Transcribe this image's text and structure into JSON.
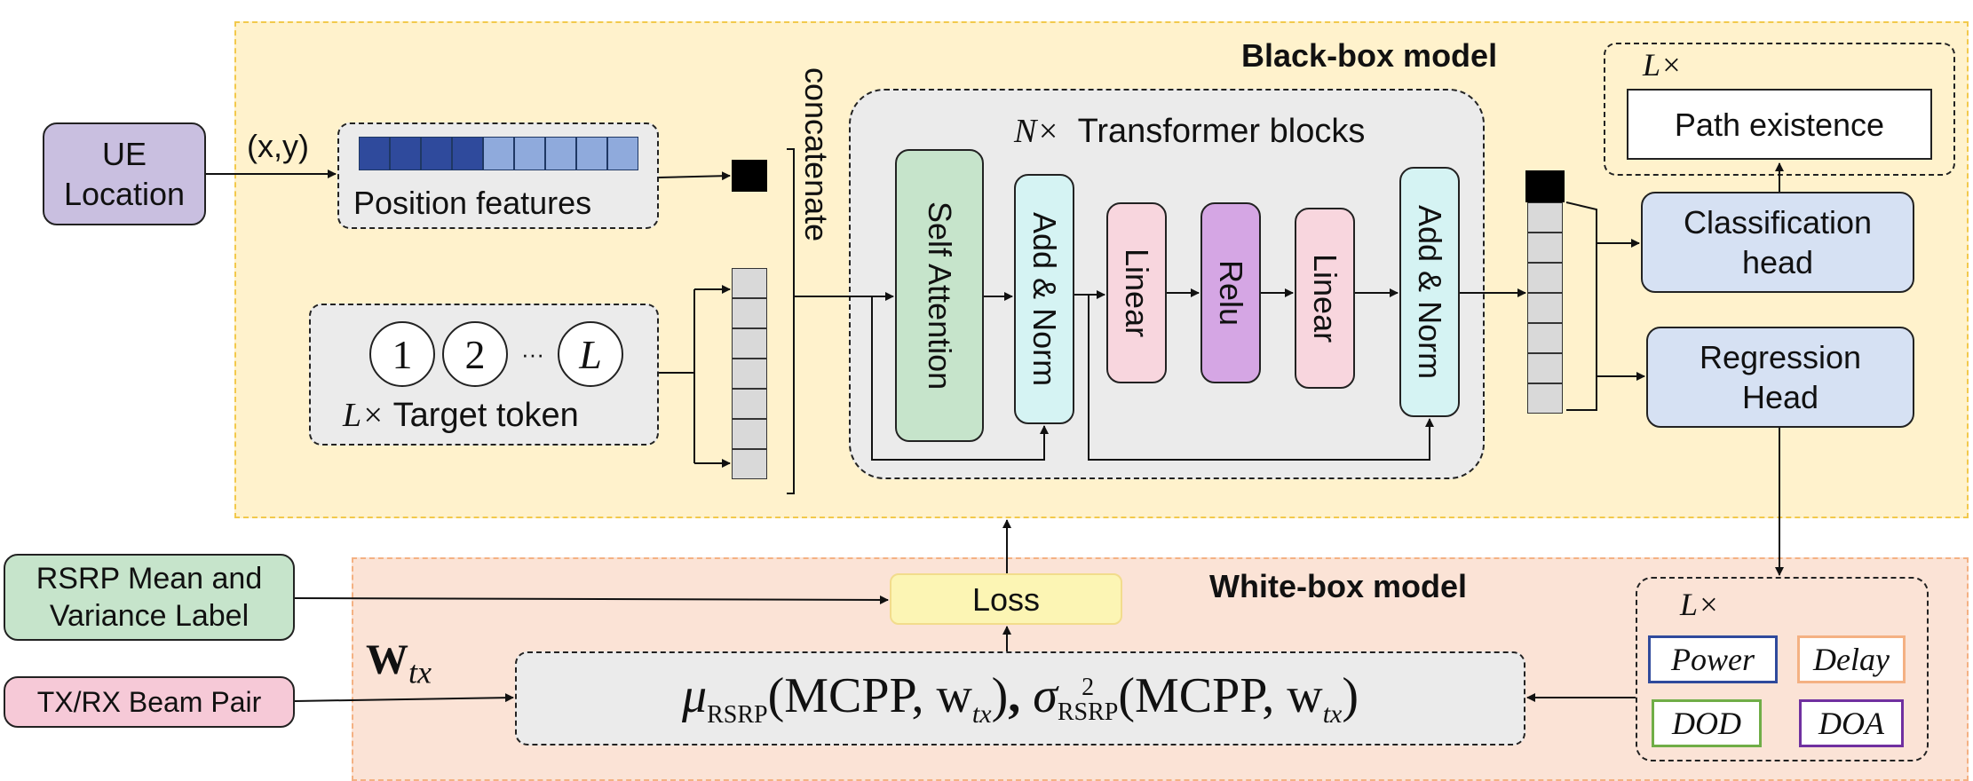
{
  "black_box": {
    "title": "Black-box model"
  },
  "white_box": {
    "title": "White-box model"
  },
  "ue_location": {
    "label_line1": "UE",
    "label_line2": "Location",
    "input_label": "(x,y)"
  },
  "position_features": {
    "label": "Position features",
    "cell_colors": [
      "#2f4a9c",
      "#2f4a9c",
      "#2f4a9c",
      "#2f4a9c",
      "#8faadc",
      "#8faadc",
      "#8faadc",
      "#8faadc",
      "#8faadc"
    ]
  },
  "target_token": {
    "tokens": [
      "1",
      "2",
      "···",
      "L"
    ],
    "multiplier": "L×",
    "label": "Target token"
  },
  "concatenate_label": "concatenate",
  "transformer": {
    "multiplier": "N×",
    "title": "Transformer blocks",
    "blocks": [
      "Self Attention",
      "Add & Norm",
      "Linear",
      "Relu",
      "Linear",
      "Add & Norm"
    ]
  },
  "output_multiplier": "L×",
  "path_existence": "Path existence",
  "classification_head": {
    "line1": "Classification",
    "line2": "head"
  },
  "regression_head": {
    "line1": "Regression",
    "line2": "Head"
  },
  "rsrp_label": {
    "line1": "RSRP Mean and",
    "line2": "Variance Label"
  },
  "loss": "Loss",
  "beam_pair": "TX/RX Beam Pair",
  "wtx": {
    "base": "W",
    "sub": "tx"
  },
  "formula": {
    "mu": "μ",
    "mu_sub": "RSRP",
    "sigma": "σ",
    "sigma_sup": "2",
    "sigma_sub": "RSRP",
    "open": "(MCPP, w",
    "w_sub": "tx",
    "close": ")",
    "sep": ","
  },
  "params": {
    "multiplier": "L×",
    "items": [
      "Power",
      "Delay",
      "DOD",
      "DOA"
    ],
    "colors": [
      "#2f4a9c",
      "#f4b183",
      "#70ad47",
      "#7030a0"
    ]
  }
}
